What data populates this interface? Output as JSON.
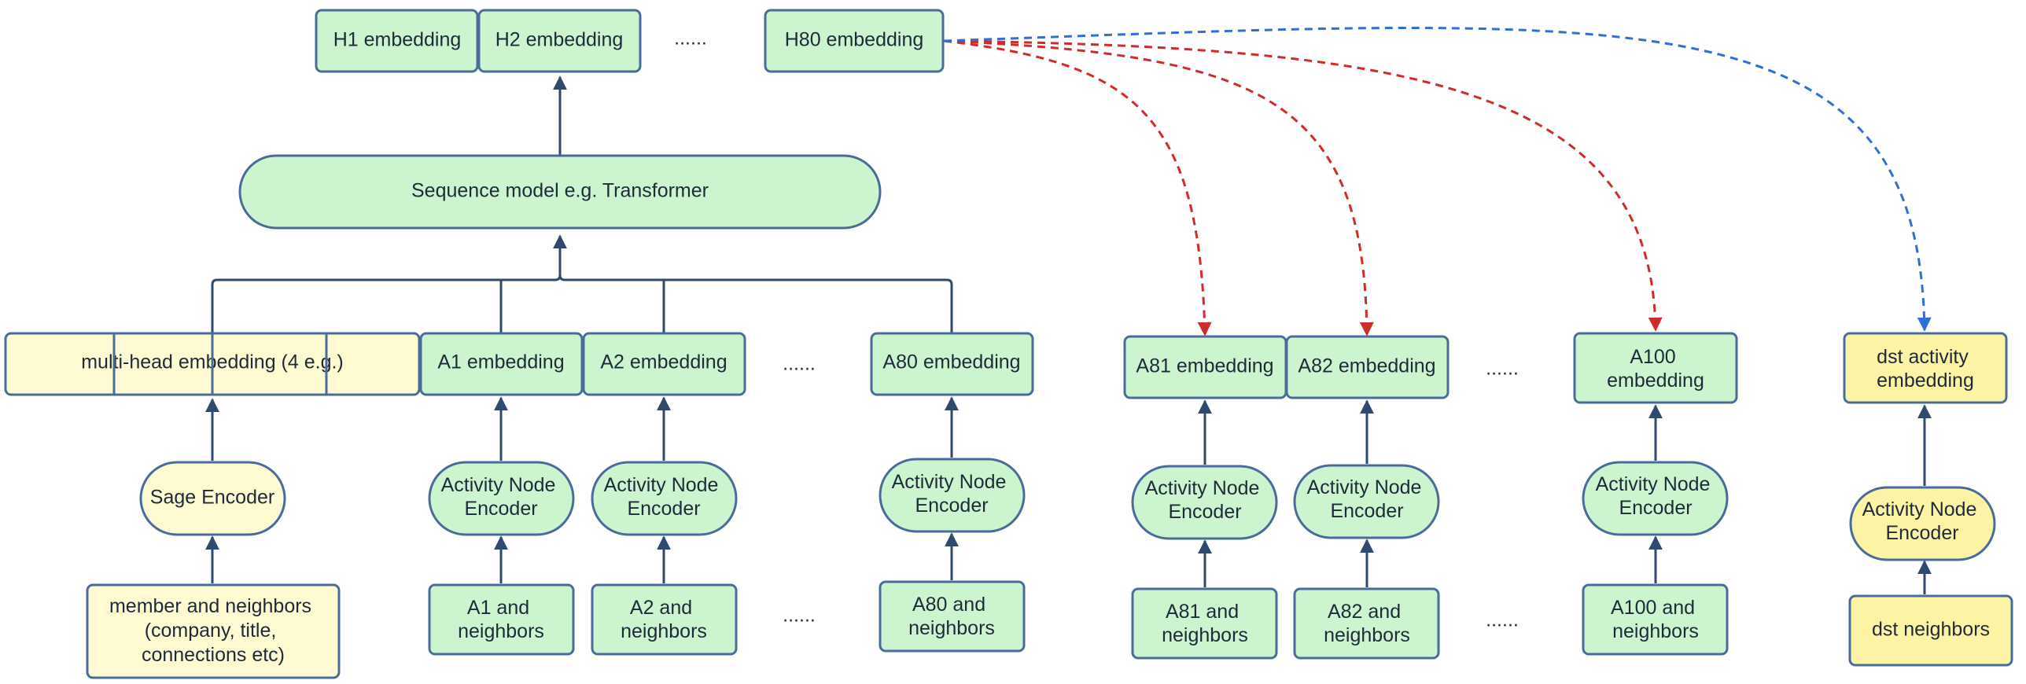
{
  "head_embeddings": {
    "h1": "H1 embedding",
    "h2": "H2 embedding",
    "ellipsis": "......",
    "h80": "H80 embedding"
  },
  "sequence_model": "Sequence model e.g. Transformer",
  "member_branch": {
    "embedding": "multi-head embedding (4 e.g.)",
    "encoder": "Sage Encoder",
    "input_lines": [
      "member and neighbors",
      "(company, title,",
      "connections etc)"
    ]
  },
  "history_activities": {
    "embeddings": [
      "A1 embedding",
      "A2 embedding",
      "A80 embedding"
    ],
    "encoder_lines": [
      "Activity Node",
      "Encoder"
    ],
    "inputs": [
      [
        "A1 and",
        "neighbors"
      ],
      [
        "A2 and",
        "neighbors"
      ],
      [
        "A80 and",
        "neighbors"
      ]
    ],
    "ellipsis_embedding": "......",
    "ellipsis_input": "......"
  },
  "target_activities": {
    "embeddings": [
      [
        "A81 embedding"
      ],
      [
        "A82 embedding"
      ],
      [
        "A100",
        "embedding"
      ]
    ],
    "encoder_lines": [
      "Activity Node",
      "Encoder"
    ],
    "inputs": [
      [
        "A81 and",
        "neighbors"
      ],
      [
        "A82 and",
        "neighbors"
      ],
      [
        "A100 and",
        "neighbors"
      ]
    ],
    "ellipsis_embedding": "......",
    "ellipsis_input": "......"
  },
  "dst_branch": {
    "embedding_lines": [
      "dst activity",
      "embedding"
    ],
    "encoder_lines": [
      "Activity Node",
      "Encoder"
    ],
    "input": "dst neighbors"
  },
  "colors": {
    "node_fill_green": "#ccf5cf",
    "node_fill_light_yellow": "#fefad2",
    "node_fill_yellow": "#fdf3a4",
    "node_stroke": "#4a6c9b",
    "connector": "#2f4a6e",
    "attention_arrow_red": "#d02b2b",
    "attention_arrow_blue": "#2f6fd6"
  }
}
